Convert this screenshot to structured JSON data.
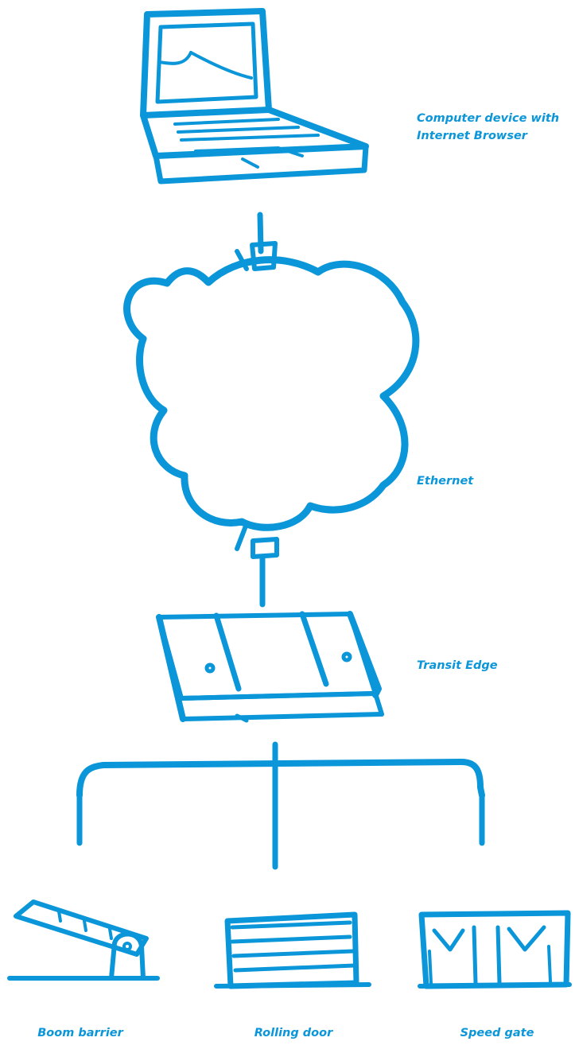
{
  "colors": {
    "accent": "#0a96d8",
    "background": "#ffffff"
  },
  "labels": {
    "computer_line1": "Computer device with",
    "computer_line2": "Internet Browser",
    "ethernet": "Ethernet",
    "transit_edge": "Transit Edge",
    "boom_barrier": "Boom barrier",
    "rolling_door": "Rolling door",
    "speed_gate": "Speed gate"
  },
  "icons": {
    "computer": "laptop-icon",
    "network": "cloud-icon",
    "controller": "transit-edge-box-icon",
    "device1": "boom-barrier-icon",
    "device2": "rolling-door-icon",
    "device3": "speed-gate-icon"
  }
}
